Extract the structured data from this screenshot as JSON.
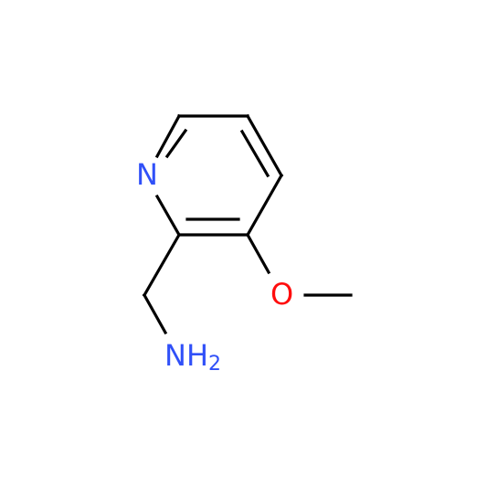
{
  "colors": {
    "background": "#ffffff",
    "bond": "#000000",
    "nitrogen": "#3050F8",
    "oxygen": "#FF0D0D"
  },
  "atoms": {
    "ring_nitrogen": {
      "element": "N",
      "color": "#3050F8"
    },
    "methoxy_oxygen": {
      "element": "O",
      "color": "#FF0D0D"
    },
    "amine": {
      "element": "NH",
      "subscript": "2",
      "color": "#3050F8"
    }
  }
}
